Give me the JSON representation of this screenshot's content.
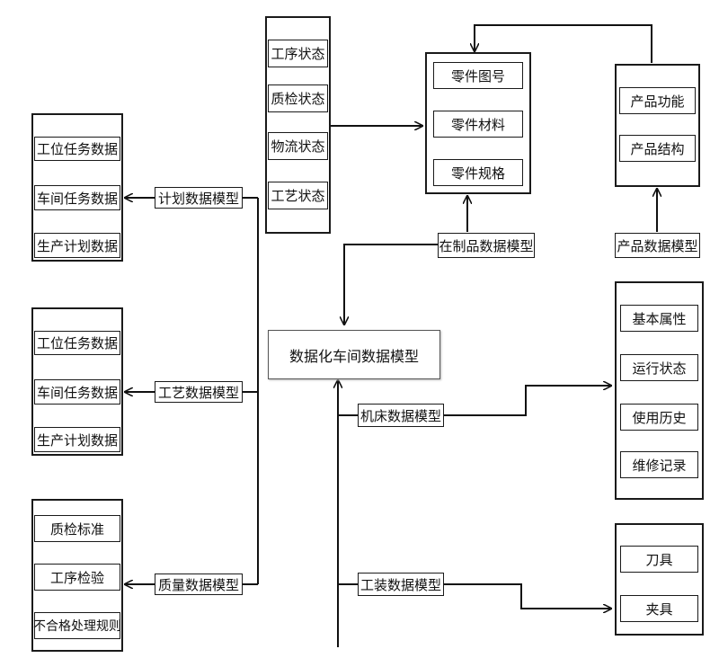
{
  "center_model": "数据化车间数据模型",
  "plan_model": {
    "label": "计划数据模型",
    "items": [
      "工位任务数据",
      "车间任务数据",
      "生产计划数据"
    ]
  },
  "process_model": {
    "label": "工艺数据模型",
    "items": [
      "工位任务数据",
      "车间任务数据",
      "生产计划数据"
    ]
  },
  "quality_model": {
    "label": "质量数据模型",
    "items": [
      "质检标准",
      "工序检验",
      "不合格处理规则"
    ]
  },
  "status_list": [
    "工序状态",
    "质检状态",
    "物流状态",
    "工艺状态"
  ],
  "wip_model": {
    "label": "在制品数据模型",
    "items": [
      "零件图号",
      "零件材料",
      "零件规格"
    ]
  },
  "product_model": {
    "label": "产品数据模型",
    "items": [
      "产品功能",
      "产品结构"
    ]
  },
  "machine_model": {
    "label": "机床数据模型",
    "items": [
      "基本属性",
      "运行状态",
      "使用历史",
      "维修记录"
    ]
  },
  "tooling_model": {
    "label": "工装数据模型",
    "items": [
      "刀具",
      "夹具"
    ]
  }
}
